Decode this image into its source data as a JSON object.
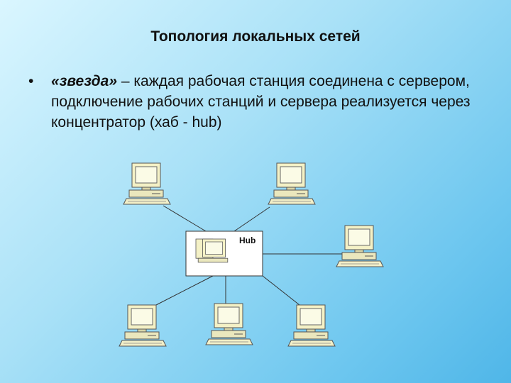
{
  "title": "Топология локальных сетей",
  "bullet": {
    "term": "«звезда»",
    "description": " – каждая рабочая станция соединена с сервером, подключение рабочих станций и сервера реализуется через концентратор (хаб - hub)"
  },
  "diagram": {
    "hub_label": "Hub",
    "workstations": [
      "workstation-1",
      "workstation-2",
      "workstation-3",
      "workstation-4",
      "workstation-5",
      "workstation-6"
    ],
    "server": "server"
  }
}
